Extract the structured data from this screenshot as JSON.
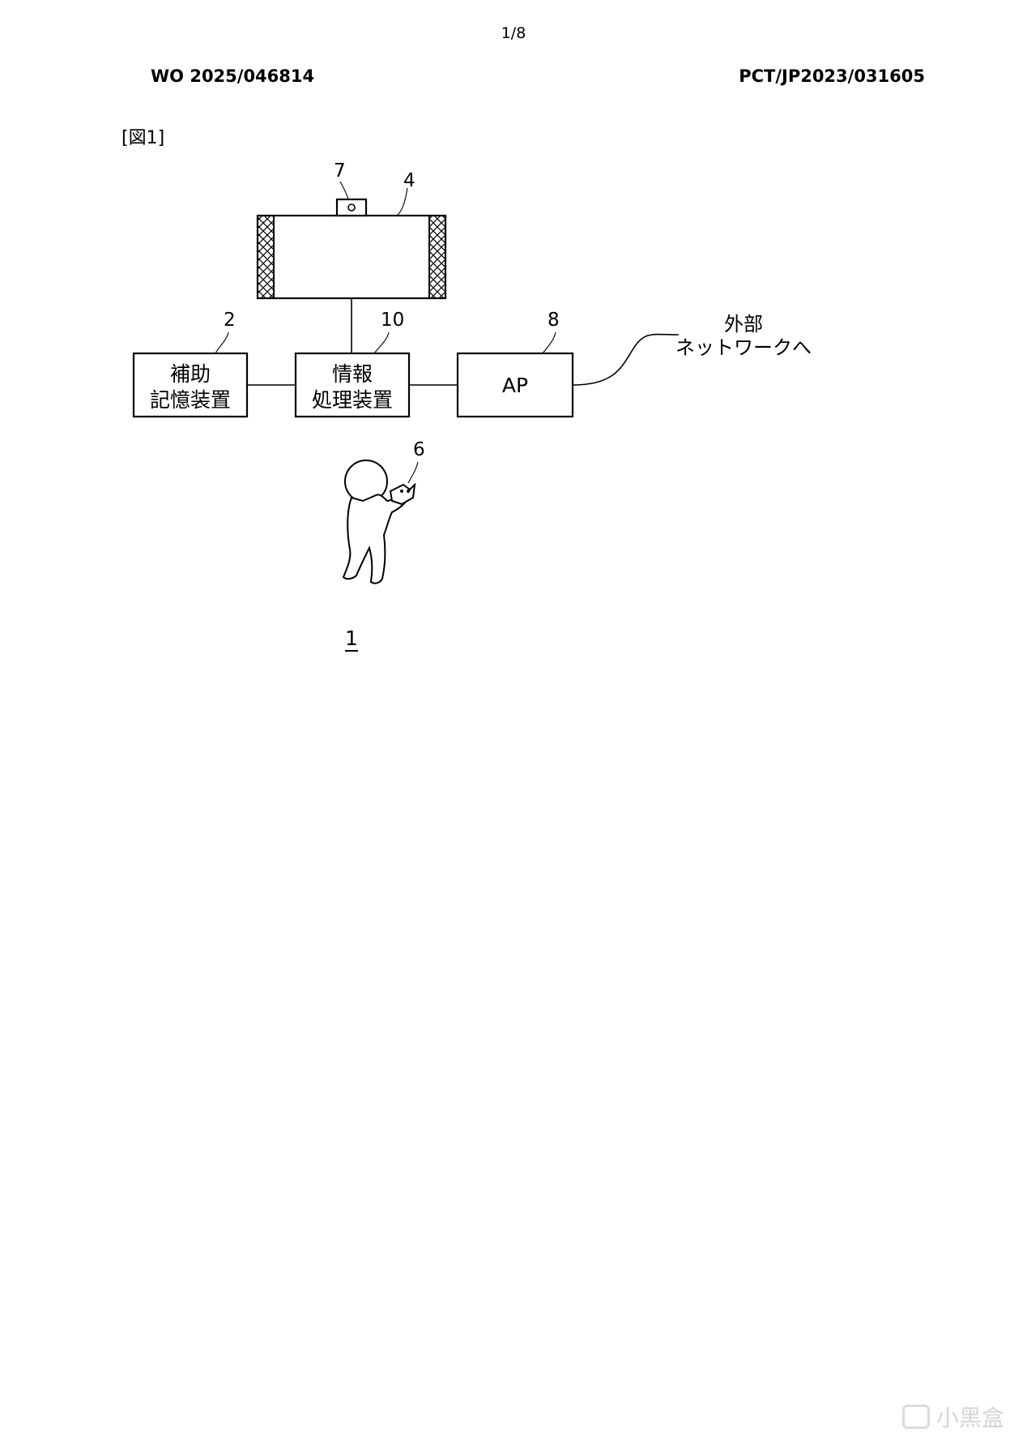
{
  "header": {
    "page_number": "1/8",
    "publication_number": "WO 2025/046814",
    "application_number": "PCT/JP2023/031605"
  },
  "figure": {
    "label": "[図1]",
    "system_ref": "1",
    "display": {
      "ref": "4"
    },
    "camera": {
      "ref": "7"
    },
    "aux_storage": {
      "ref": "2",
      "line1": "補助",
      "line2": "記憶装置"
    },
    "info_processor": {
      "ref": "10",
      "line1": "情報",
      "line2": "処理装置"
    },
    "access_point": {
      "ref": "8",
      "label": "AP"
    },
    "external": {
      "line1": "外部",
      "line2": "ネットワークへ"
    },
    "controller": {
      "ref": "6"
    }
  },
  "watermark": {
    "text": "小黑盒"
  }
}
